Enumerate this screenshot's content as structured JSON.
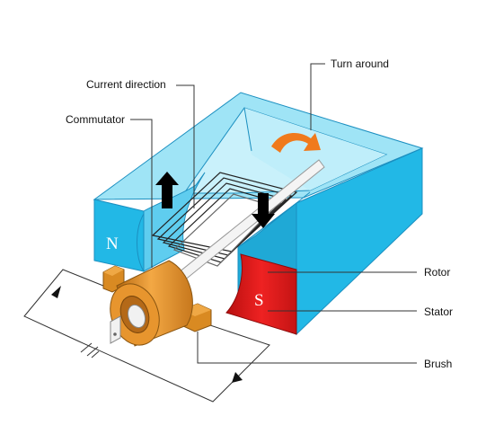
{
  "labels": {
    "turn_around": "Turn around",
    "current_direction": "Current direction",
    "commutator": "Commutator",
    "rotor": "Rotor",
    "stator": "Stator",
    "brush": "Brush"
  },
  "poles": {
    "north": "N",
    "south": "S"
  },
  "colors": {
    "magnet_face": "#22b8e6",
    "magnet_top": "#9fe4f6",
    "magnet_inner": "#c9f1fb",
    "south_pole": "#e31b1b",
    "commutator": "#e7952e",
    "turn_arrow": "#f07a1c",
    "current_arrow": "#000000"
  }
}
